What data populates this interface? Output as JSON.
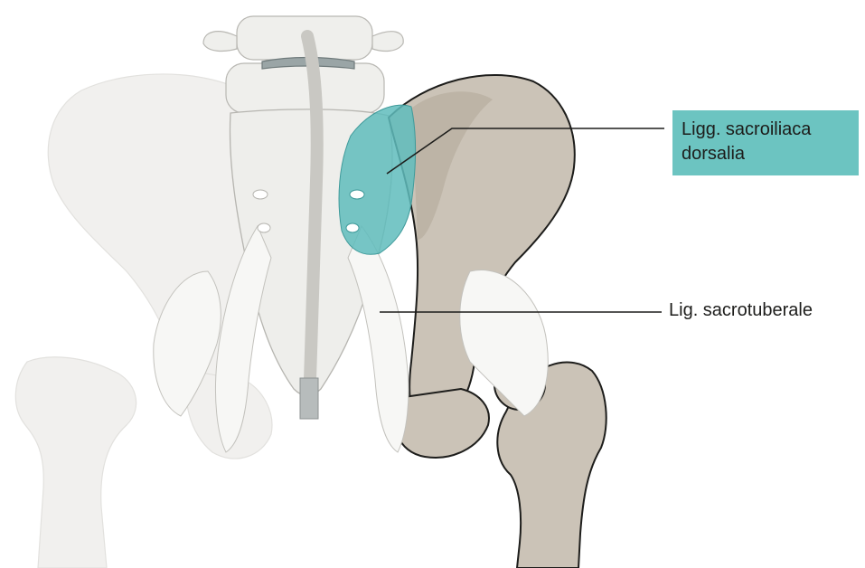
{
  "labels": {
    "sacroiliac_line1": "Ligg. sacroiliaca",
    "sacroiliac_line2": "dorsalia",
    "sacrotuberale": "Lig. sacrotuberale"
  },
  "colors": {
    "highlight_box": "#6cc4c1",
    "ligament_highlight": "#5fbcbc",
    "bone_right": "#cbc3b7",
    "bone_faded": "#ecebe8",
    "ligament_white": "#f7f7f5",
    "outline": "#1d1d1b"
  }
}
